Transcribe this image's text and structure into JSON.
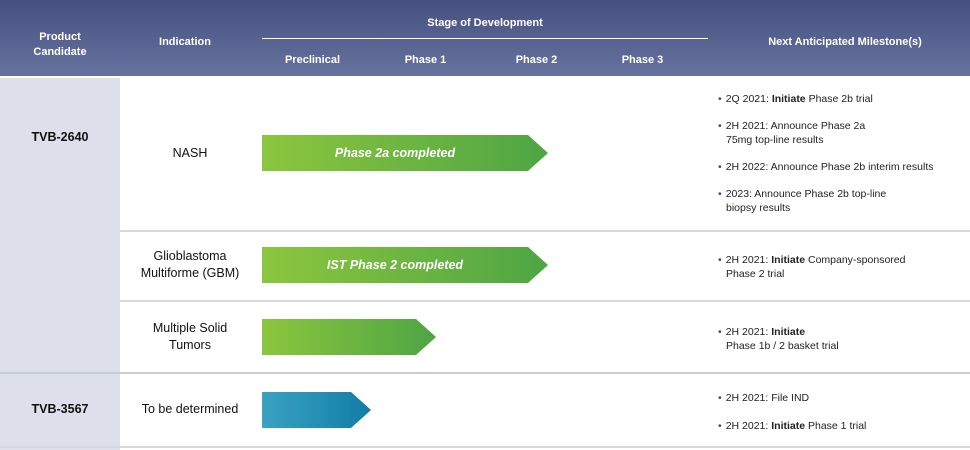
{
  "header": {
    "product": "Product Candidate",
    "indication": "Indication",
    "stage": "Stage of Development",
    "phases": [
      "Preclinical",
      "Phase 1",
      "Phase 2",
      "Phase 3"
    ],
    "milestones": "Next Anticipated Milestone(s)"
  },
  "rows": [
    {
      "product": "TVB-2640",
      "indication": "NASH",
      "bar_label": "Phase 2a completed",
      "bar_stage": "Phase 2",
      "milestones": [
        {
          "pre": "2Q 2021: ",
          "bold": "Initiate",
          "post": " Phase 2b trial",
          "line2": ""
        },
        {
          "pre": "2H 2021: Announce Phase 2a",
          "bold": "",
          "post": "",
          "line2": "75mg top-line results"
        },
        {
          "pre": "2H 2022: Announce Phase 2b interim results",
          "bold": "",
          "post": "",
          "line2": ""
        },
        {
          "pre": "2023: Announce Phase 2b top-line",
          "bold": "",
          "post": "",
          "line2": "biopsy results"
        }
      ]
    },
    {
      "indication": "Glioblastoma Multiforme (GBM)",
      "indication_l1": "Glioblastoma",
      "indication_l2": "Multiforme (GBM)",
      "bar_label": "IST Phase 2 completed",
      "bar_stage": "Phase 2",
      "milestones": [
        {
          "pre": "2H 2021: ",
          "bold": "Initiate",
          "post": " Company-sponsored",
          "line2": "Phase 2 trial"
        }
      ]
    },
    {
      "indication_l1": "Multiple Solid",
      "indication_l2": "Tumors",
      "bar_label": "",
      "bar_stage": "Phase 1",
      "milestones": [
        {
          "pre": "2H 2021: ",
          "bold": "Initiate",
          "post": "",
          "line2": "Phase 1b / 2 basket trial"
        }
      ]
    },
    {
      "product": "TVB-3567",
      "indication": "To be determined",
      "bar_label": "",
      "bar_stage": "Preclinical",
      "milestones": [
        {
          "pre": "2H 2021: File IND",
          "bold": "",
          "post": "",
          "line2": ""
        },
        {
          "pre": "2H 2021: ",
          "bold": "Initiate",
          "post": " Phase 1 trial",
          "line2": ""
        }
      ]
    }
  ],
  "colors": {
    "header": "#4f5a88",
    "green": "#6ab440",
    "teal": "#1a8cb3",
    "left_column": "#dde0ea"
  }
}
